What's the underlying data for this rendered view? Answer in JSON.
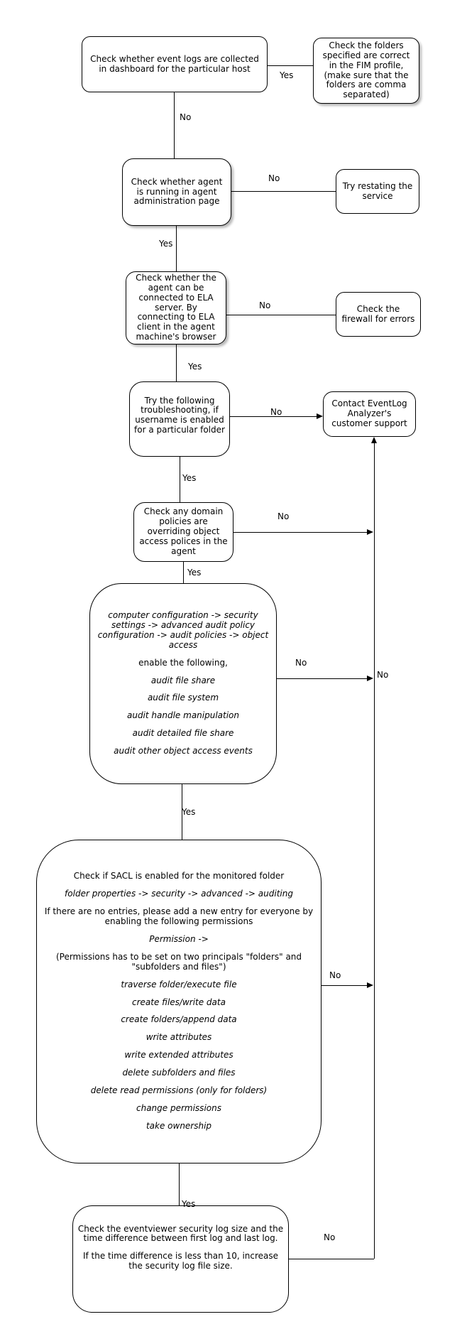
{
  "diagram": {
    "nodes": {
      "collected": {
        "p": [
          "Check whether event logs are collected in dashboard for the particular host"
        ]
      },
      "fim": {
        "p": [
          "Check the folders specified are correct in the FIM profile, (make sure that the folders are comma separated)"
        ]
      },
      "agent_running": {
        "p": [
          "Check whether agent is running in agent administration page"
        ]
      },
      "restart": {
        "p": [
          "Try restating the service"
        ]
      },
      "ela_connect": {
        "p": [
          "Check whether the agent can be connected to ELA server. By connecting to ELA client in the agent machine's browser"
        ]
      },
      "firewall": {
        "p": [
          "Check the firewall for errors"
        ]
      },
      "troubleshoot": {
        "p": [
          "Try the following troubleshooting, if username is enabled for a particular folder"
        ]
      },
      "contact": {
        "p": [
          "Contact EventLog Analyzer's customer support"
        ]
      },
      "domain_policies": {
        "p": [
          "Check any domain policies are overriding object access polices in the agent"
        ]
      },
      "audit": {
        "p": [
          "computer configuration -> security settings -> advanced audit policy configuration -> audit policies -> object access",
          "enable the following,",
          "audit file share",
          "audit file system",
          "audit handle manipulation",
          "audit detailed file share",
          "audit other object access events"
        ]
      },
      "sacl": {
        "p": [
          "Check if SACL is enabled for the monitored folder",
          "folder properties -> security -> advanced -> auditing",
          "If there are no entries, please add a new entry for everyone by enabling the following permissions",
          "Permission ->",
          "(Permissions has to be set on two principals \"folders\" and \"subfolders and files\")",
          "traverse folder/execute file",
          "create files/write data",
          "create folders/append data",
          "write attributes",
          "write extended attributes",
          "delete subfolders and files",
          "delete read permissions (only for folders)",
          "change permissions",
          "take ownership"
        ]
      },
      "eventviewer": {
        "p": [
          "Check the eventviewer security log size and the time difference between first log and last log.",
          "If the time difference is less than 10, increase the security log file size."
        ]
      }
    },
    "labels": {
      "yes_fim": "Yes",
      "no_down1": "No",
      "no_restart": "No",
      "yes_down2": "Yes",
      "no_firewall": "No",
      "yes_down3": "Yes",
      "no_contact": "No",
      "yes_down4": "Yes",
      "no_domain": "No",
      "yes_down5": "Yes",
      "no_audit": "No",
      "no_collector": "No",
      "yes_down6": "Yes",
      "no_sacl": "No",
      "yes_down7": "Yes",
      "no_eventviewer": "No"
    }
  }
}
